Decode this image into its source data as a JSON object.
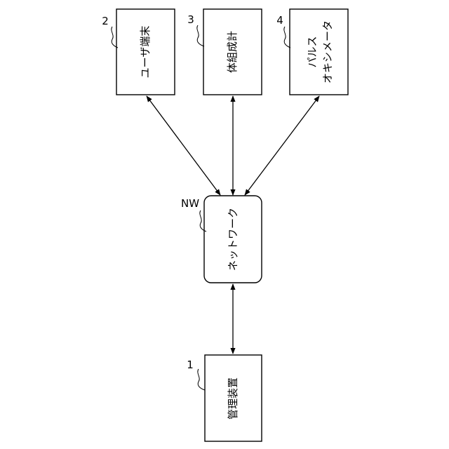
{
  "nodes": {
    "user_terminal": {
      "ref": "2",
      "label": "ユーザ端末"
    },
    "body_comp_meter": {
      "ref": "3",
      "label": "体組成計"
    },
    "pulse_oximeter": {
      "ref": "4",
      "label_line1": "パルス",
      "label_line2": "オキシメータ"
    },
    "network": {
      "ref": "NW",
      "label": "ネットワーク"
    },
    "management_device": {
      "ref": "1",
      "label": "管理装置"
    }
  }
}
